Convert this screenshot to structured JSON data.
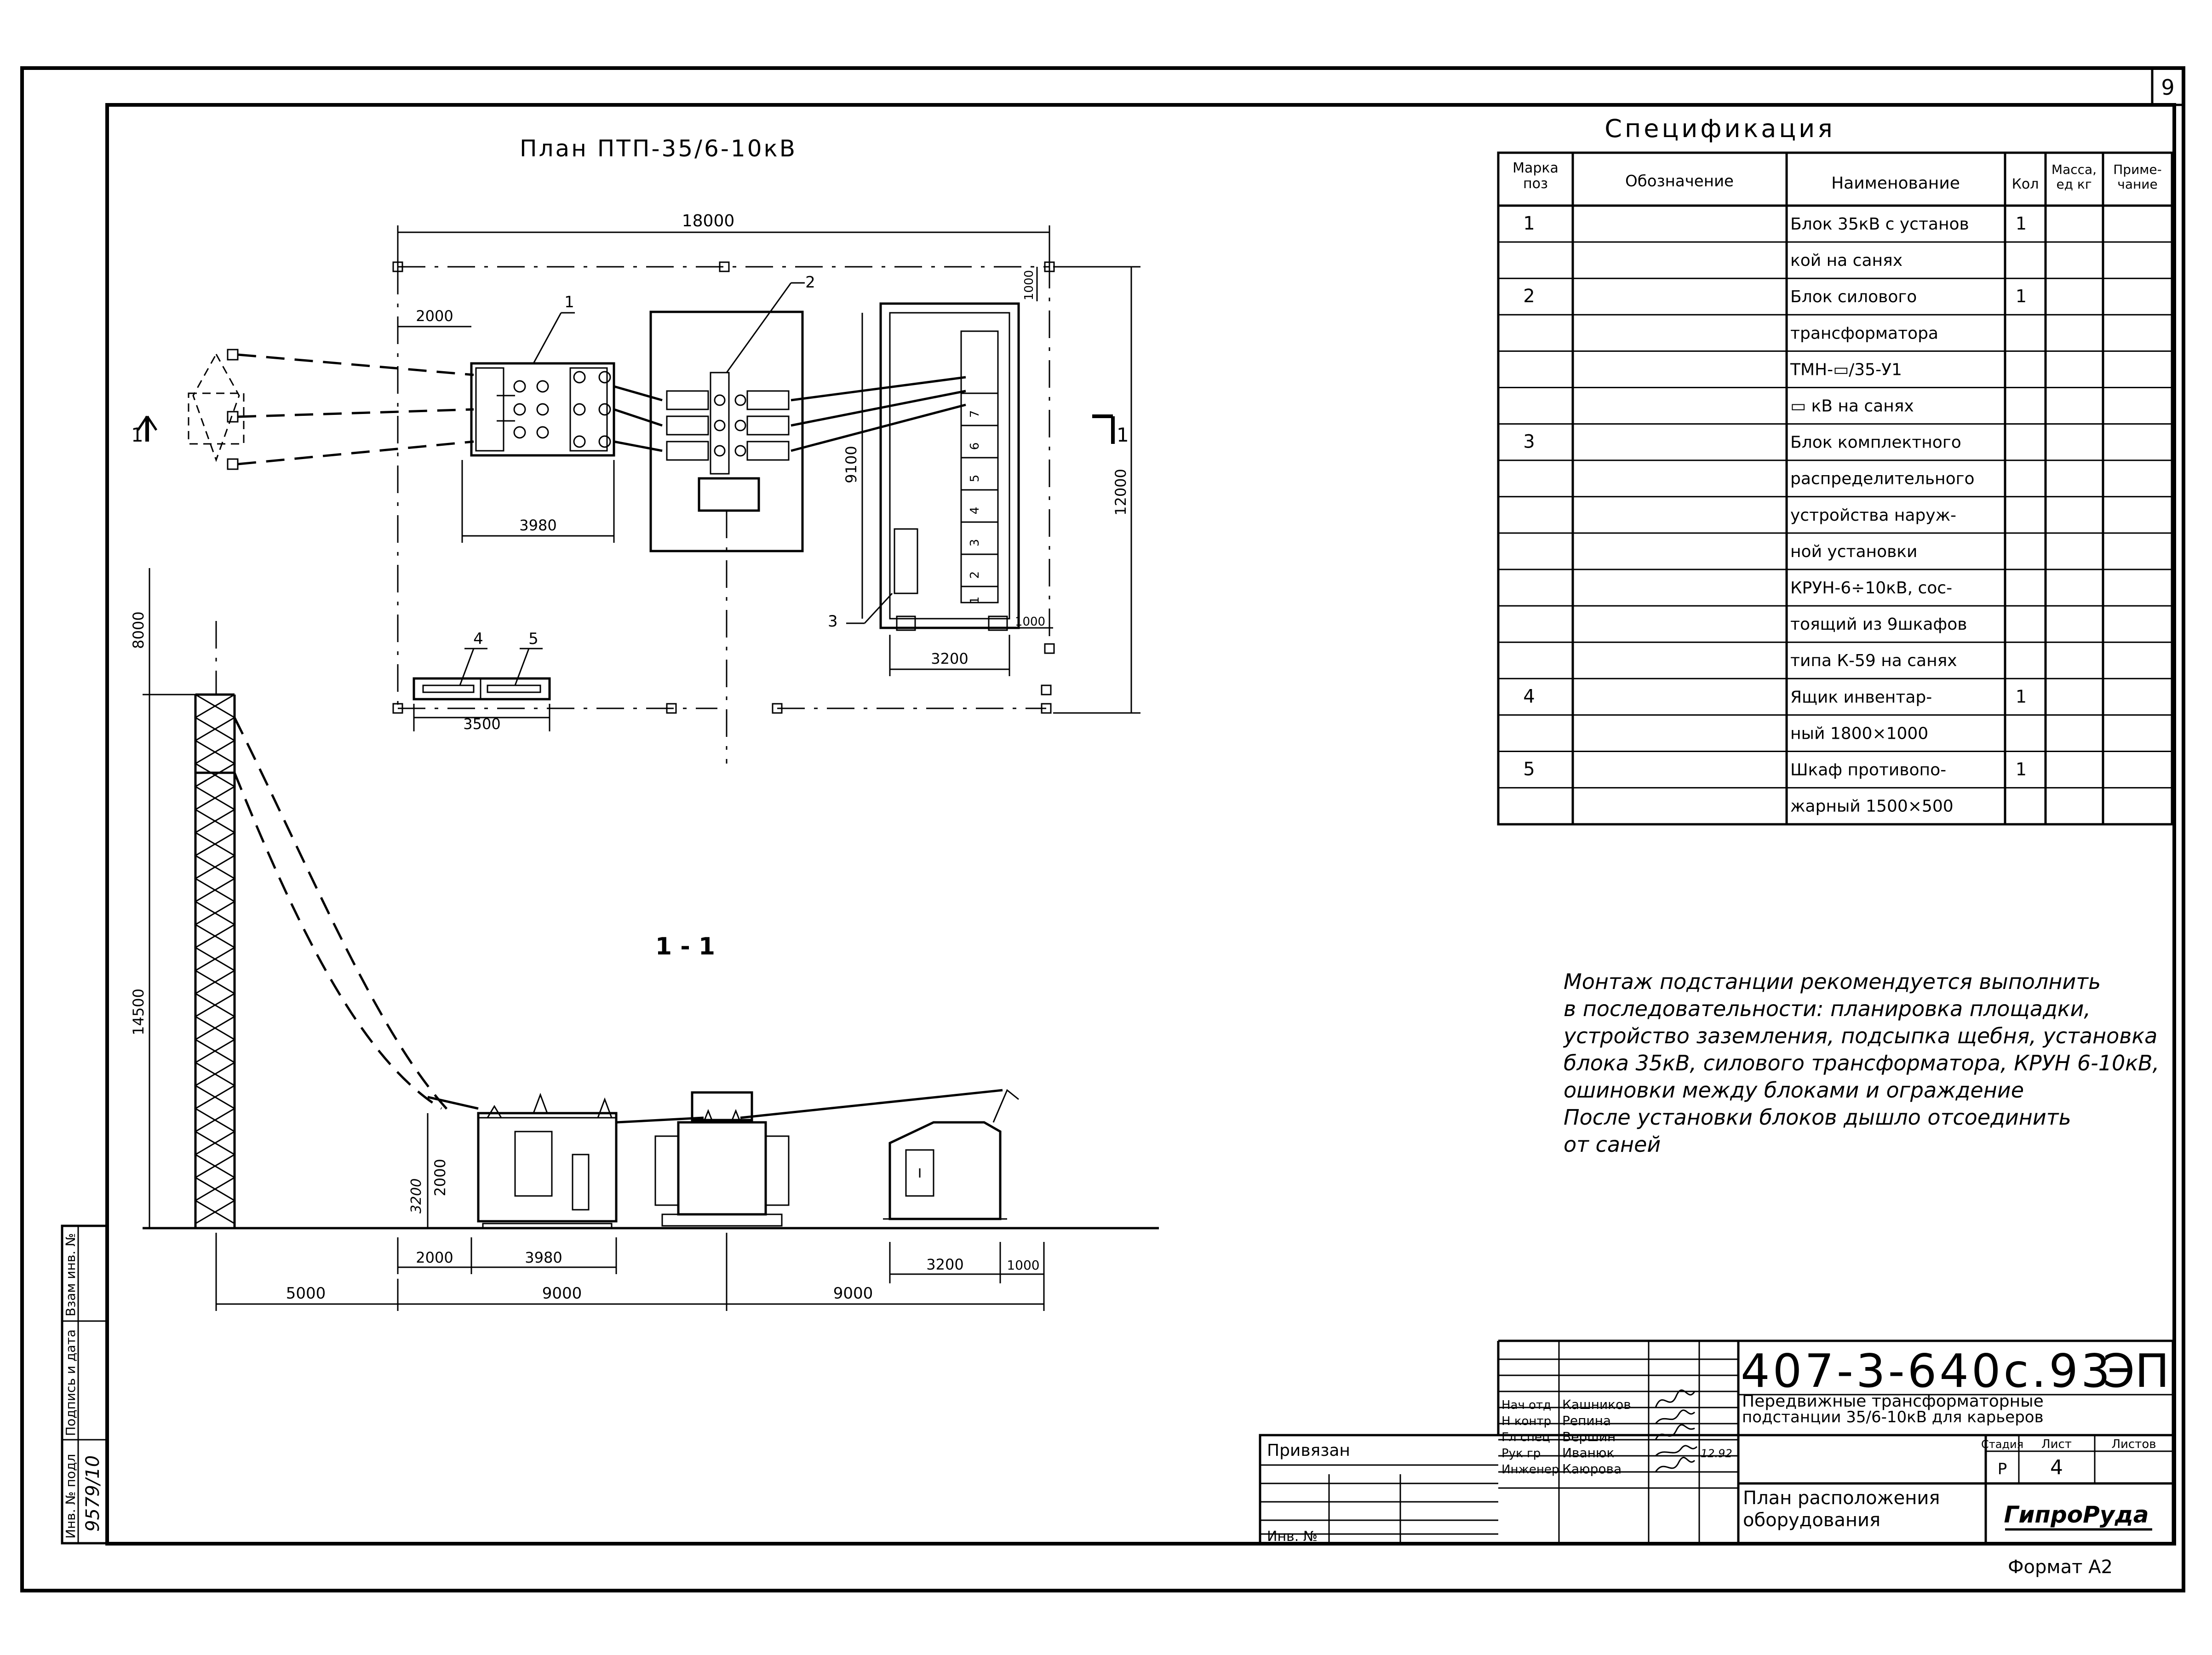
{
  "sheet_number": "9",
  "plan_title": "План ПТП-35/6-10кВ",
  "section_title": "1 - 1",
  "section_marks": [
    "1",
    "1"
  ],
  "plan_dimensions": [
    "18000",
    "2000",
    "3980",
    "9100",
    "3200",
    "12000",
    "1000",
    "1000",
    "3500"
  ],
  "section_dimensions": [
    "8000",
    "14500",
    "2000",
    "3200",
    "2000",
    "3980",
    "3200",
    "1000",
    "5000",
    "9000",
    "9000"
  ],
  "callouts": [
    "1",
    "2",
    "3",
    "4",
    "5"
  ],
  "cabinet_numbers": [
    "7",
    "6",
    "5",
    "4",
    "3",
    "2",
    "1"
  ],
  "spec": {
    "title": "Спецификация",
    "headers": [
      "Марка поз",
      "Обозначение",
      "Наименование",
      "Кол",
      "Масса, ед кг",
      "Приме- чание"
    ],
    "rows": [
      {
        "pos": "1",
        "name": "Блок 35кВ с установ",
        "qty": "1"
      },
      {
        "pos": "",
        "name": "кой на санях",
        "qty": ""
      },
      {
        "pos": "2",
        "name": "Блок силового",
        "qty": "1"
      },
      {
        "pos": "",
        "name": "трансформатора",
        "qty": ""
      },
      {
        "pos": "",
        "name": "ТМН-▭/35-У1",
        "qty": ""
      },
      {
        "pos": "",
        "name": "▭ кВ на санях",
        "qty": ""
      },
      {
        "pos": "3",
        "name": "Блок комплектного",
        "qty": ""
      },
      {
        "pos": "",
        "name": "распределительного",
        "qty": ""
      },
      {
        "pos": "",
        "name": "устройства наруж-",
        "qty": ""
      },
      {
        "pos": "",
        "name": "ной установки",
        "qty": ""
      },
      {
        "pos": "",
        "name": "КРУН-6÷10кВ, сос-",
        "qty": ""
      },
      {
        "pos": "",
        "name": "тоящий из 9шкафов",
        "qty": ""
      },
      {
        "pos": "",
        "name": "типа К-59 на санях",
        "qty": ""
      },
      {
        "pos": "4",
        "name": "Ящик инвентар-",
        "qty": "1"
      },
      {
        "pos": "",
        "name": "ный 1800×1000",
        "qty": ""
      },
      {
        "pos": "5",
        "name": "Шкаф противопо-",
        "qty": "1"
      },
      {
        "pos": "",
        "name": "жарный 1500×500",
        "qty": ""
      }
    ]
  },
  "notes": [
    "Монтаж подстанции рекомендуется выполнить",
    "в последовательности: планировка площадки,",
    "устройство заземления, подсыпка щебня, установка",
    "блока 35кВ, силового трансформатора, КРУН 6-10кВ,",
    "ошиновки между блоками и ограждение",
    "После установки блоков дышло отсоединить",
    "от саней"
  ],
  "title_block": {
    "doc_code": "407-3-640с.93",
    "section_code": "ЭП",
    "project_title_1": "Передвижные трансформаторные",
    "project_title_2": "подстанции 35/6-10кВ для карьеров",
    "stage_label": "Стадия",
    "sheet_label": "Лист",
    "sheets_label": "Листов",
    "stage": "Р",
    "sheet": "4",
    "drawing_title_1": "План расположения",
    "drawing_title_2": "оборудования",
    "company": "ГипроРуда",
    "roles": [
      "Нач отд",
      "Н контр",
      "Гл спец",
      "Рук гр",
      "Инженер"
    ],
    "names": [
      "Кашников",
      "Репина",
      "Вершин",
      "Иванюк",
      "Каюрова"
    ],
    "date_fragment": "12.92",
    "privyazan": "Привязан",
    "inv_no": "Инв. №",
    "format": "Формат А2"
  },
  "side_stamp": {
    "labels": [
      "Инв. № подл",
      "Подпись и дата",
      "Взам инв. №"
    ],
    "inv_value": "9579/10"
  }
}
